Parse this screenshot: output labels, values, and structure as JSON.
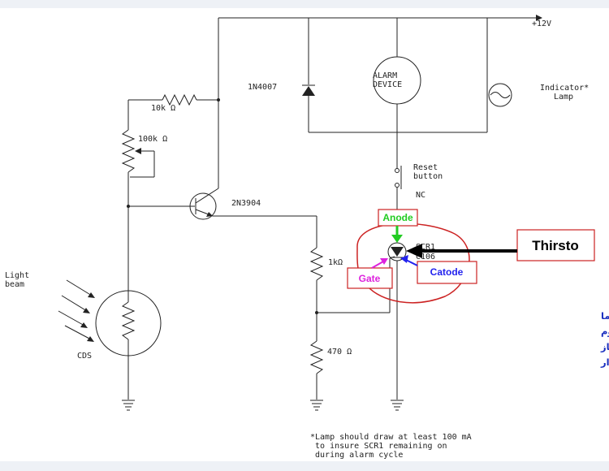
{
  "supply": "+12V",
  "diode": "1N4007",
  "alarm": [
    "ALARM",
    "DEVICE"
  ],
  "indicator": [
    "Indicator*",
    "Lamp"
  ],
  "r_top": "10k Ω",
  "pot": "100k Ω",
  "transistor": "2N3904",
  "reset": [
    "Reset",
    "button"
  ],
  "nc": "NC",
  "r_1k": "1kΩ",
  "r_470": "470 Ω",
  "scr": [
    "SCR1",
    "C106"
  ],
  "light": [
    "Light",
    "beam"
  ],
  "cds": "CDS",
  "callouts": {
    "anode": "Anode",
    "gate": "Gate",
    "catode": "Catode",
    "thirsto": "Thirsto"
  },
  "colors": {
    "anode": "#22cc22",
    "gate": "#dd22dd",
    "catode": "#2222ee",
    "thirsto": "#000000",
    "circle": "#cc2222",
    "arabic": "#1a2fbf"
  },
  "arabic_note": [
    "يعمل الثايرستور عندما",
    "يصل بوابته نبضة فيقوم",
    "بالتوصيل وتشغيل جهاز",
    "الإنذار"
  ],
  "note": [
    "*Lamp should draw at least 100 mA",
    " to insure SCR1 remaining on",
    " during alarm cycle"
  ]
}
